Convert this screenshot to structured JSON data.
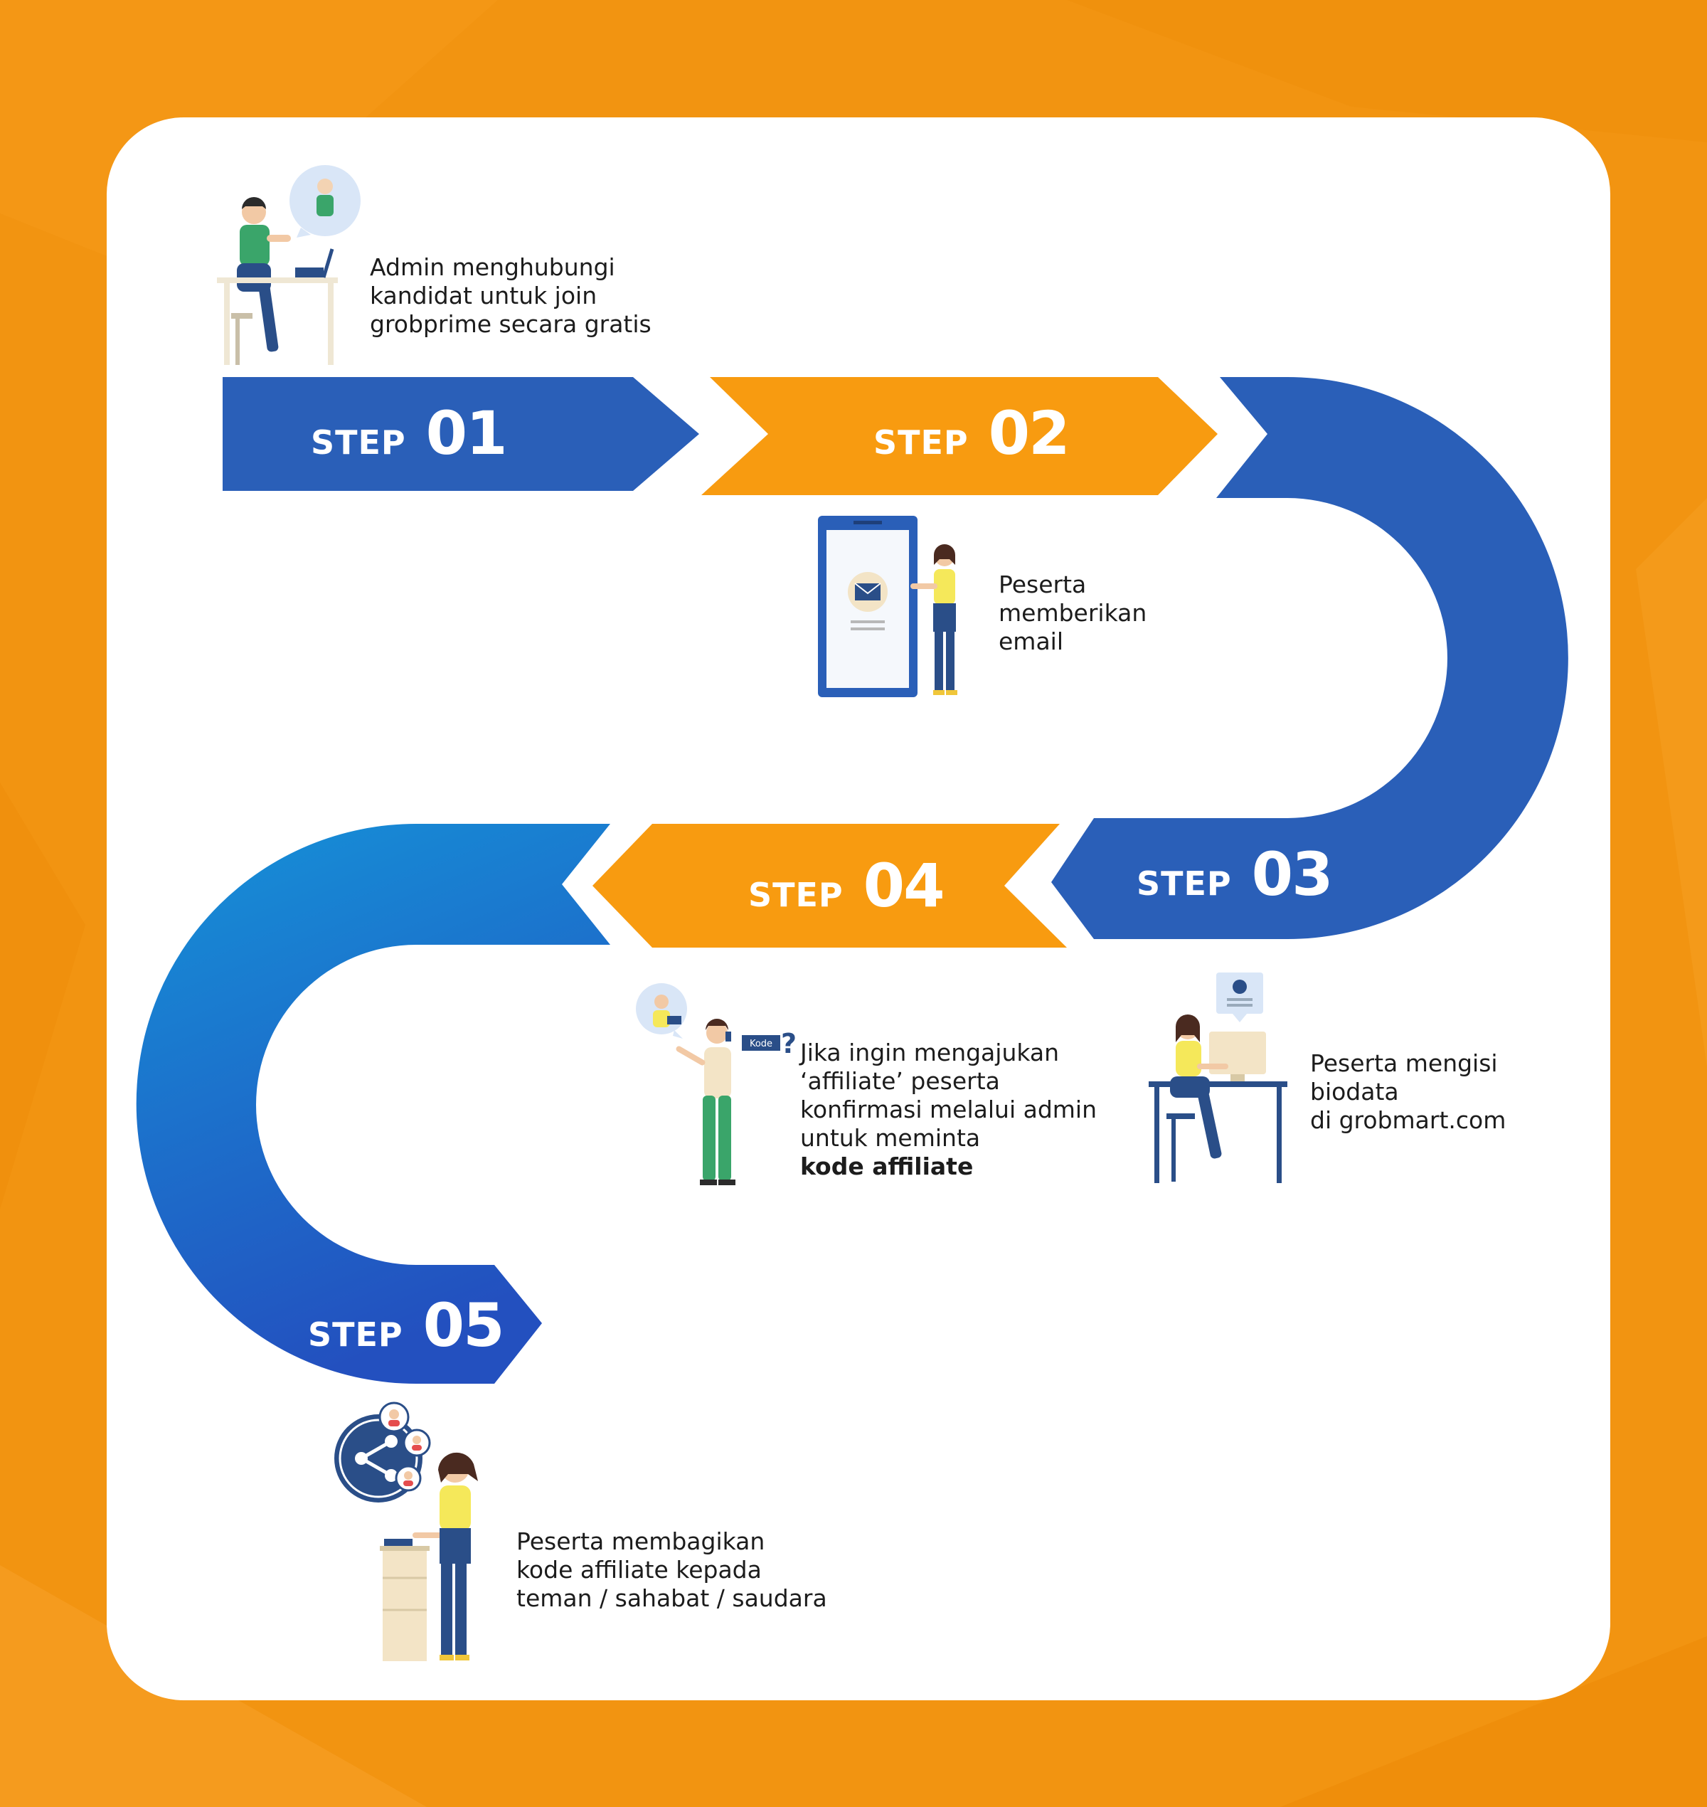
{
  "colors": {
    "background": "#f29411",
    "card": "#ffffff",
    "blue": "#2a5fb8",
    "orange": "#f89b10",
    "gradient_start": "#1592d8",
    "gradient_end": "#2350bf",
    "text": "#1c1c1c"
  },
  "steps": [
    {
      "word": "STEP",
      "number": "01",
      "color": "blue",
      "desc_lines": [
        "Admin menghubungi",
        "kandidat untuk join",
        "grobprime secara gratis"
      ]
    },
    {
      "word": "STEP",
      "number": "02",
      "color": "orange",
      "desc_lines": [
        "Peserta",
        "memberikan",
        "email"
      ]
    },
    {
      "word": "STEP",
      "number": "03",
      "color": "blue",
      "desc_lines": [
        "Peserta mengisi",
        "biodata",
        "di grobmart.com"
      ]
    },
    {
      "word": "STEP",
      "number": "04",
      "color": "orange",
      "desc_lines": [
        "Jika ingin mengajukan",
        "‘affiliate’ peserta",
        "konfirmasi melalui admin",
        "untuk meminta"
      ],
      "desc_bold": "kode affiliate"
    },
    {
      "word": "STEP",
      "number": "05",
      "color": "gradient",
      "desc_lines": [
        "Peserta membagikan",
        "kode affiliate kepada",
        "teman / sahabat / saudara"
      ]
    }
  ],
  "illustrations": {
    "step1": "customer-service-agent-at-desk-illustration",
    "step2": "woman-with-email-phone-screen-illustration",
    "step3": "woman-at-computer-desk-illustration",
    "step4": "man-on-phone-with-code-illustration",
    "step5": "woman-sharing-with-friends-illustration"
  },
  "illustration_text": {
    "kode_tag": "Kode"
  }
}
